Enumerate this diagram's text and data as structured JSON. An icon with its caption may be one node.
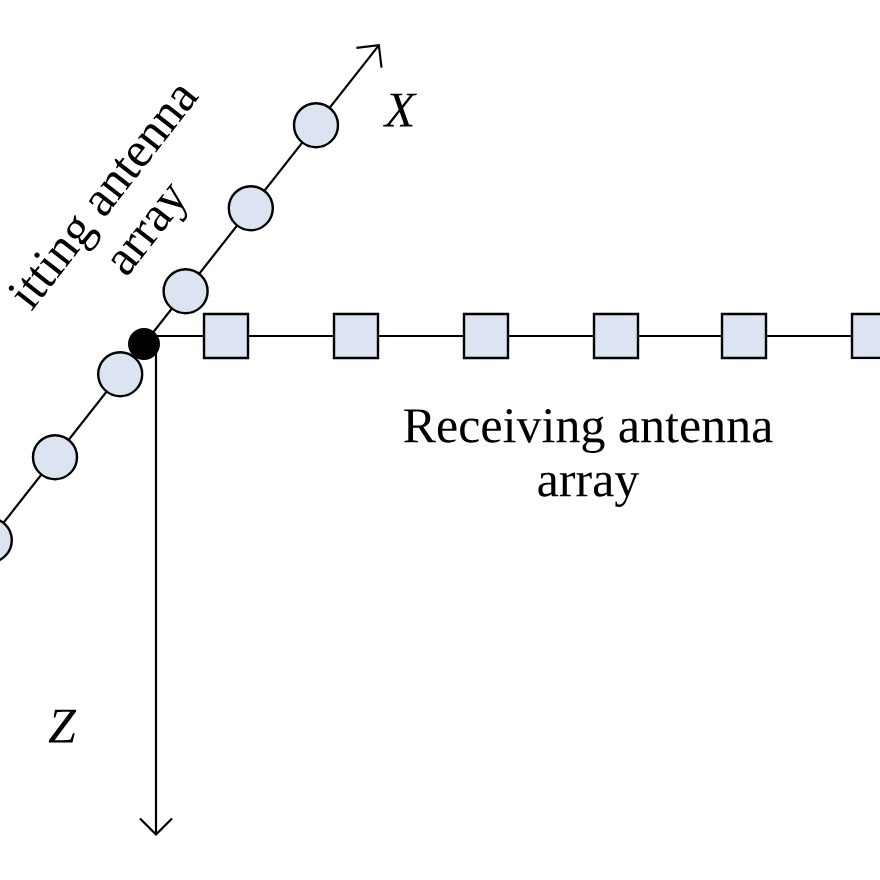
{
  "diagram": {
    "nodes": [
      {
        "text": [],
        "shape": "circle"
      },
      {
        "text": [],
        "shape": "circle"
      },
      {
        "text": [],
        "shape": "circle"
      },
      {
        "text": [],
        "shape": "dot"
      },
      {
        "text": [],
        "shape": "box"
      },
      {
        "text": [],
        "shape": "box"
      },
      {
        "text": [],
        "shape": "box"
      },
      {
        "text": [],
        "shape": "box"
      },
      {
        "text": [],
        "shape": "box"
      },
      {
        "text": [],
        "shape": "box"
      },
      {
        "text": [],
        "shape": "circle"
      },
      {
        "text": [],
        "shape": "circle"
      },
      {
        "text": [],
        "shape": "circle"
      }
    ],
    "labels": [
      "itting antenna array",
      "X",
      "Receiving antenna array",
      "Z"
    ]
  }
}
